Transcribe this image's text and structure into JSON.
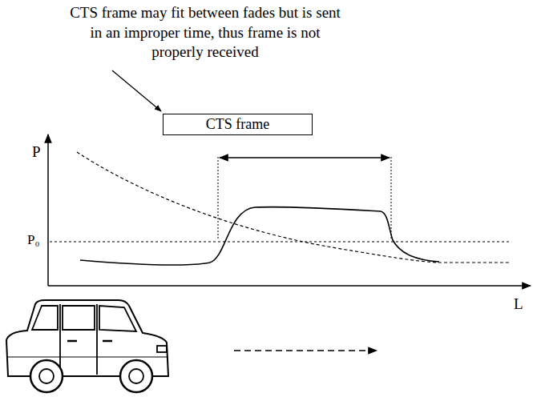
{
  "diagram": {
    "nodes": [
      {
        "text": [
          "CTS frame"
        ]
      }
    ],
    "labels": [
      "CTS frame may fit between fades but is sent in an improper time, thus frame is not properly received",
      "P",
      "P₀",
      "L"
    ]
  }
}
